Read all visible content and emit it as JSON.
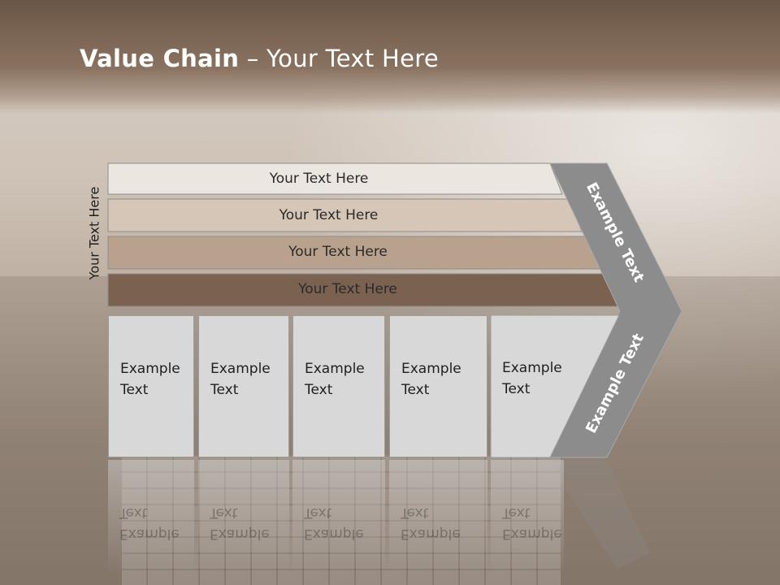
{
  "slide": {
    "title_bold": "Value Chain",
    "title_rest": " – Your Text Here",
    "side_label": "Your Text Here"
  },
  "bars": [
    {
      "label": "Your Text Here",
      "color": "#ece6e0"
    },
    {
      "label": "Your Text Here",
      "color": "#d6c6b7"
    },
    {
      "label": "Your Text Here",
      "color": "#b9a28d"
    },
    {
      "label": "Your Text Here",
      "color": "#7a6150"
    }
  ],
  "boxes": [
    {
      "text": "Example\nText"
    },
    {
      "text": "Example\nText"
    },
    {
      "text": "Example\nText"
    },
    {
      "text": "Example\nText"
    },
    {
      "text": "Example\nText"
    }
  ],
  "chevron": {
    "upper_label": "Example Text",
    "lower_label": "Example Text",
    "color": "#8c8c8c"
  }
}
